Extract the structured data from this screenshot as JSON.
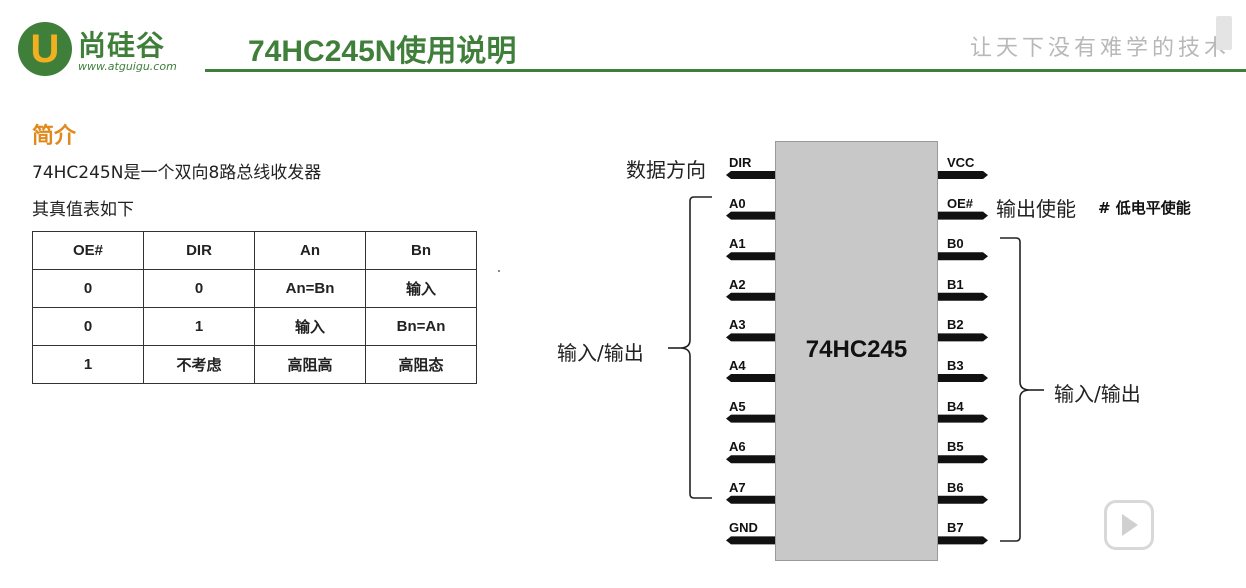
{
  "header": {
    "logo_letter": "U",
    "logo_text": "尚硅谷",
    "logo_url": "www.atguigu.com",
    "title": "74HC245N使用说明",
    "slogan": "让天下没有难学的技术"
  },
  "intro": {
    "section_title": "简介",
    "line1": "74HC245N是一个双向8路总线收发器",
    "line2": "其真值表如下"
  },
  "truth_table": {
    "headers": [
      "OE#",
      "DIR",
      "An",
      "Bn"
    ],
    "rows": [
      [
        "0",
        "0",
        "An=Bn",
        "输入"
      ],
      [
        "0",
        "1",
        "输入",
        "Bn=An"
      ],
      [
        "1",
        "不考虑",
        "高阻高",
        "高阻态"
      ]
    ]
  },
  "chip": {
    "name": "74HC245",
    "left_pins": [
      "DIR",
      "A0",
      "A1",
      "A2",
      "A3",
      "A4",
      "A5",
      "A6",
      "A7",
      "GND"
    ],
    "right_pins": [
      "VCC",
      "OE#",
      "B0",
      "B1",
      "B2",
      "B3",
      "B4",
      "B5",
      "B6",
      "B7"
    ],
    "label_data_direction": "数据方向",
    "label_output_enable": "输出使能",
    "label_left_io": "输入/输出",
    "label_right_io": "输入/输出",
    "note": "# 低电平使能"
  }
}
